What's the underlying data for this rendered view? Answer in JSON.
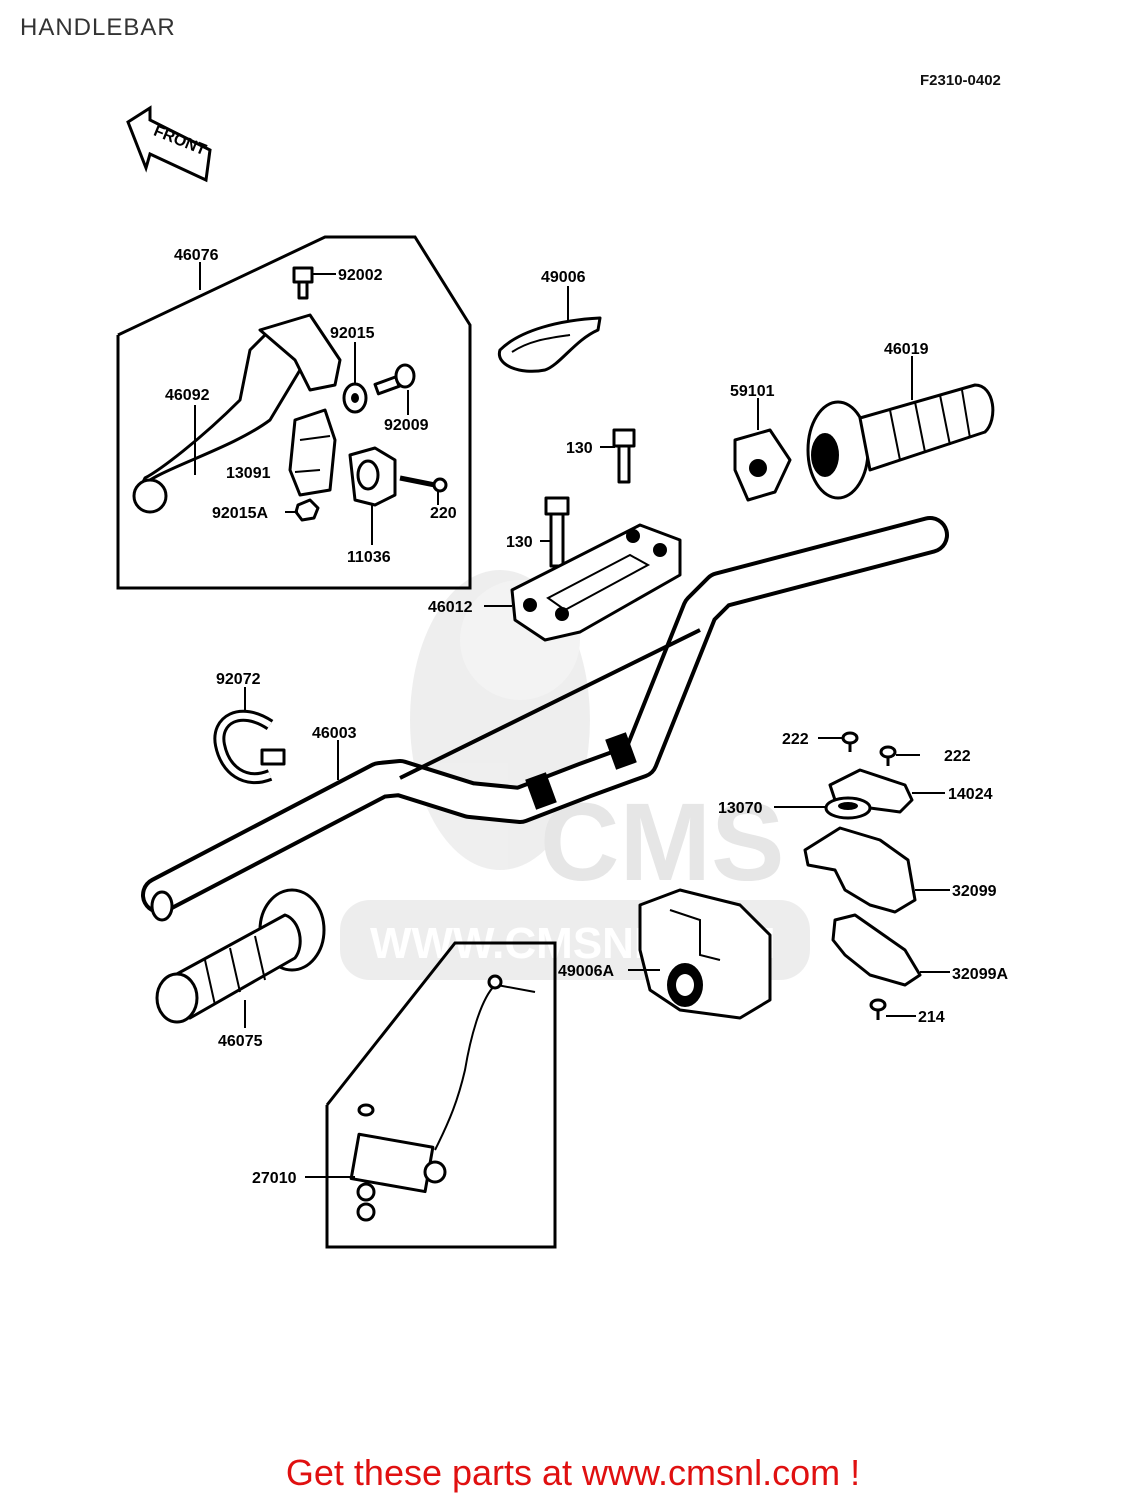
{
  "title": "HANDLEBAR",
  "diagram_code": "F2310-0402",
  "front_arrow_label": "FRONT",
  "watermark": {
    "brand": "CMS",
    "url": "WWW.CMSNL.COM",
    "color": "#e6e6e6"
  },
  "promo": {
    "text": "Get these parts at www.cmsnl.com !",
    "color": "#e01010"
  },
  "labels": {
    "l46076": "46076",
    "l92002": "92002",
    "l92015": "92015",
    "l46092": "46092",
    "l92009": "92009",
    "l13091": "13091",
    "l92015A": "92015A",
    "l220": "220",
    "l11036": "11036",
    "l49006": "49006",
    "l46019": "46019",
    "l59101": "59101",
    "l130a": "130",
    "l130b": "130",
    "l46012": "46012",
    "l92072": "92072",
    "l46003": "46003",
    "l222a": "222",
    "l222b": "222",
    "l14024": "14024",
    "l13070": "13070",
    "l32099": "32099",
    "l32099A": "32099A",
    "l214": "214",
    "l49006A": "49006A",
    "l46075": "46075",
    "l27010": "27010"
  }
}
